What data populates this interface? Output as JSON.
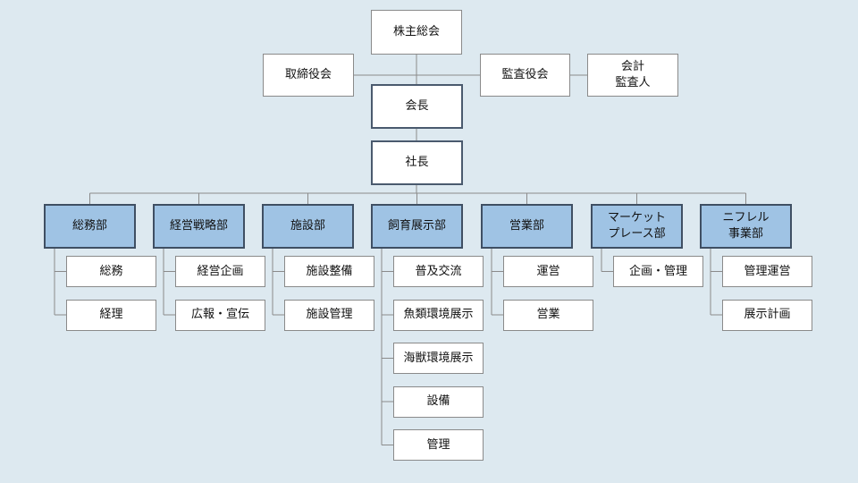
{
  "top": {
    "shareholders": "株主総会",
    "board": "取締役会",
    "auditors": "監査役会",
    "accounting_auditor": "会計\n監査人",
    "chairman": "会長",
    "president": "社長"
  },
  "departments": [
    {
      "name": "総務部",
      "sections": [
        "総務",
        "経理"
      ]
    },
    {
      "name": "経営戦略部",
      "sections": [
        "経営企画",
        "広報・宣伝"
      ]
    },
    {
      "name": "施設部",
      "sections": [
        "施設整備",
        "施設管理"
      ]
    },
    {
      "name": "飼育展示部",
      "sections": [
        "普及交流",
        "魚類環境展示",
        "海獣環境展示",
        "設備",
        "管理"
      ]
    },
    {
      "name": "営業部",
      "sections": [
        "運営",
        "営業"
      ]
    },
    {
      "name": "マーケット\nプレース部",
      "sections": [
        "企画・管理"
      ]
    },
    {
      "name": "ニフレル\n事業部",
      "sections": [
        "管理運営",
        "展示計画"
      ]
    }
  ]
}
